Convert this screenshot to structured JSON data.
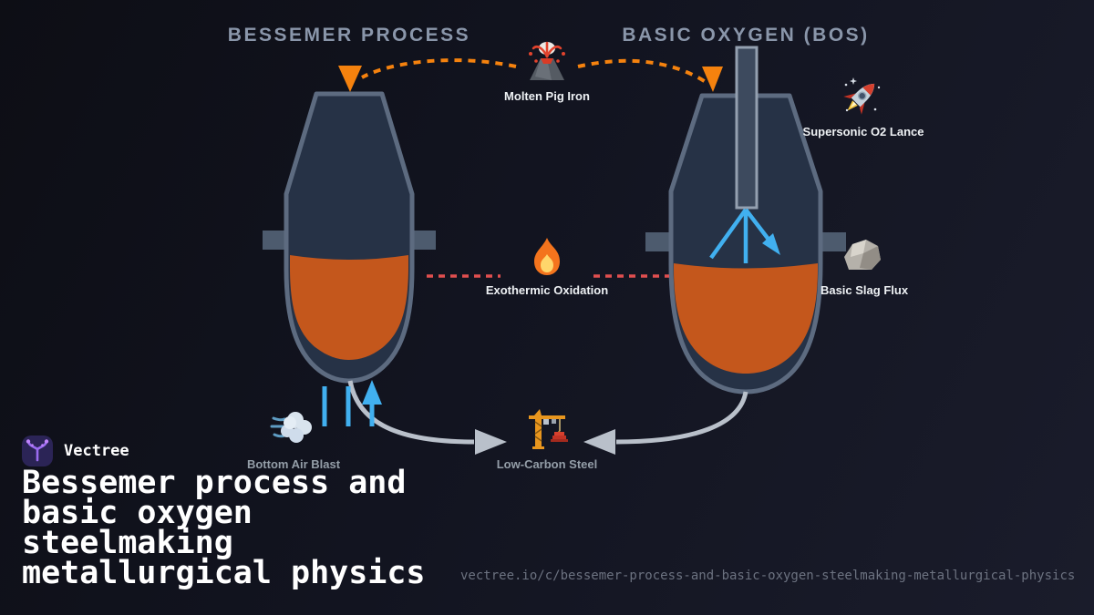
{
  "colors": {
    "bg-start": "#0d0e15",
    "bg-mid": "#121420",
    "bg-end": "#1a1c2b",
    "vessel-fill": "#263246",
    "vessel-stroke": "#5d6b80",
    "trunnion": "#4d5b6e",
    "melt": "#c4571c",
    "lance-fill": "#3d4a5e",
    "lance-stroke": "#94a0b0",
    "accent-orange": "#f5820e",
    "accent-red": "#e04f4f",
    "accent-blue": "#41b0f0",
    "arrow-gray": "#b9c0ca",
    "title-color": "#8a96aa",
    "label-bright": "#eef1f4",
    "label-muted": "#949ea8",
    "url-color": "#6c7280",
    "brand-badge": "#2b2456",
    "brand-glyph": "#9b6cf0"
  },
  "diagram": {
    "left_title": "BESSEMER PROCESS",
    "right_title": "BASIC OXYGEN (BOS)",
    "nodes": [
      {
        "id": "molten-pig-iron",
        "icon": "volcano-icon",
        "label": "Molten Pig Iron"
      },
      {
        "id": "supersonic-o2-lance",
        "icon": "rocket-icon",
        "label": "Supersonic O2 Lance"
      },
      {
        "id": "exothermic-oxidation",
        "icon": "fire-icon",
        "label": "Exothermic Oxidation"
      },
      {
        "id": "basic-slag-flux",
        "icon": "rock-icon",
        "label": "Basic Slag Flux"
      },
      {
        "id": "bottom-air-blast",
        "icon": "wind-icon",
        "label": "Bottom Air Blast"
      },
      {
        "id": "low-carbon-steel",
        "icon": "crane-icon",
        "label": "Low-Carbon Steel"
      }
    ]
  },
  "footer": {
    "brand": "Vectree",
    "title_lines": [
      "Bessemer process and",
      "basic oxygen",
      "steelmaking",
      "metallurgical physics"
    ],
    "url": "vectree.io/c/bessemer-process-and-basic-oxygen-steelmaking-metallurgical-physics"
  }
}
